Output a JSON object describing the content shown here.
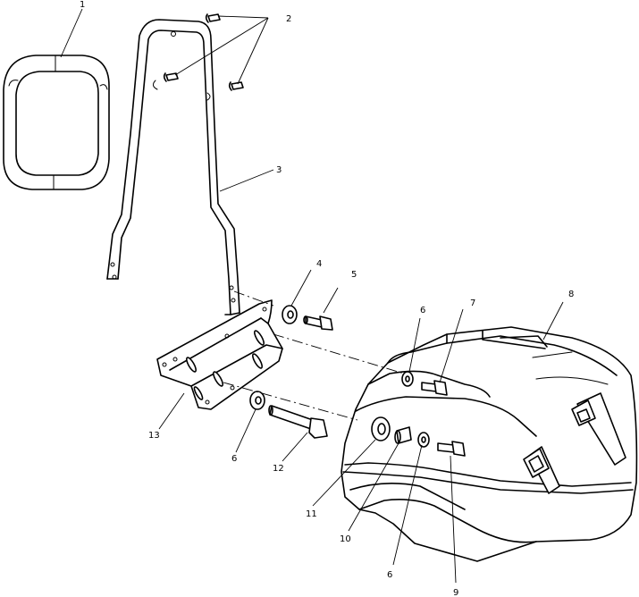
{
  "callouts": {
    "c1": "1",
    "c2": "2",
    "c3": "3",
    "c4": "4",
    "c5": "5",
    "c6a": "6",
    "c6b": "6",
    "c6c": "6",
    "c7": "7",
    "c8": "8",
    "c9": "9",
    "c10": "10",
    "c11": "11",
    "c12": "12",
    "c13": "13"
  }
}
